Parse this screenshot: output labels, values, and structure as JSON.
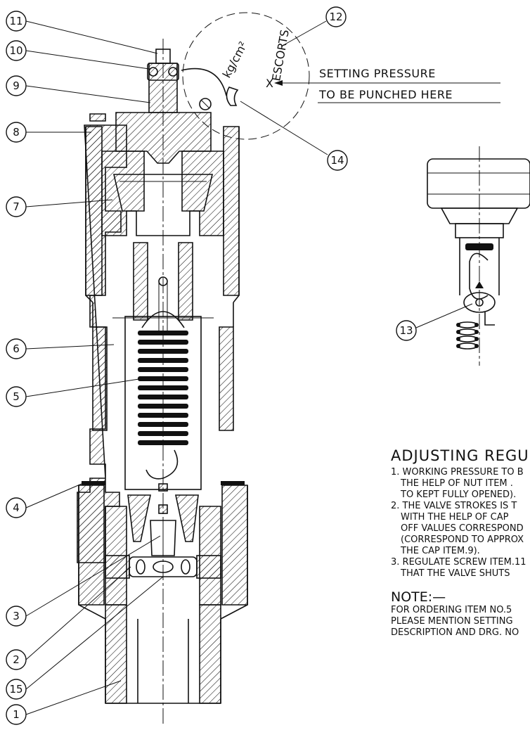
{
  "callouts": [
    {
      "num": "1"
    },
    {
      "num": "2"
    },
    {
      "num": "3"
    },
    {
      "num": "4"
    },
    {
      "num": "5"
    },
    {
      "num": "6"
    },
    {
      "num": "7"
    },
    {
      "num": "8"
    },
    {
      "num": "9"
    },
    {
      "num": "10"
    },
    {
      "num": "11"
    },
    {
      "num": "12"
    },
    {
      "num": "13"
    },
    {
      "num": "14"
    },
    {
      "num": "15"
    }
  ],
  "stamp": {
    "maker": "ESCORTS",
    "unit": "kg/cm²",
    "mark": "X",
    "line1": "SETTING PRESSURE",
    "line2": "TO BE PUNCHED HERE"
  },
  "instructions": {
    "heading": "ADJUSTING REGULAT",
    "steps": [
      "1. WORKING PRESSURE TO B",
      "THE HELP OF NUT ITEM .",
      "TO KEPT FULLY OPENED).",
      "2. THE VALVE STROKES IS T",
      "WITH THE HELP OF CAP",
      "OFF VALUES CORRESPOND",
      "(CORRESPOND TO APPROX",
      "THE CAP ITEM.9).",
      "3. REGULATE SCREW ITEM.11",
      "THAT THE VALVE SHUTS"
    ]
  },
  "note": {
    "heading": "NOTE:—",
    "lines": [
      "FOR ORDERING ITEM NO.5",
      "PLEASE MENTION SETTING",
      "DESCRIPTION AND DRG. NO"
    ]
  }
}
